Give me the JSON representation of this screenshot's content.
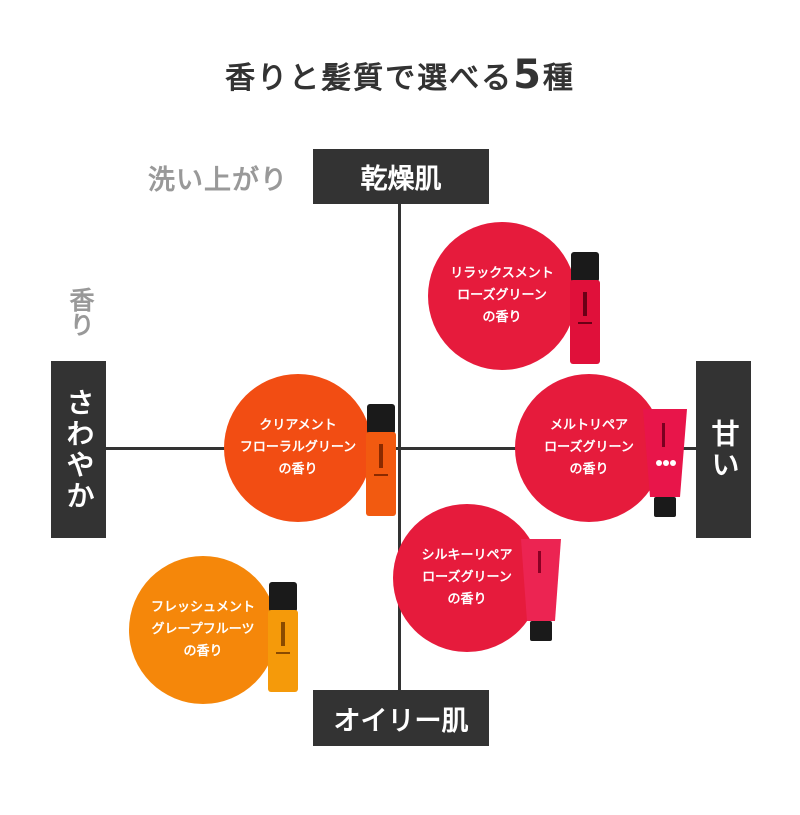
{
  "title": {
    "text": "香りと髪質で選べる",
    "number": "5",
    "suffix": "種"
  },
  "axes": {
    "top": "乾燥肌",
    "bottom": "オイリー肌",
    "left": "さわやか",
    "right": "甘い",
    "caption_finish": "洗い上がり",
    "caption_scent": "香り"
  },
  "products": [
    {
      "line1": "リラックスメント",
      "line2": "ローズグリーン",
      "line3": "の香り",
      "color": "#e61b3c"
    },
    {
      "line1": "メルトリペア",
      "line2": "ローズグリーン",
      "line3": "の香り",
      "color": "#e61b3c"
    },
    {
      "line1": "シルキーリペア",
      "line2": "ローズグリーン",
      "line3": "の香り",
      "color": "#e61b3c"
    },
    {
      "line1": "クリアメント",
      "line2": "フローラルグリーン",
      "line3": "の香り",
      "color": "#f24d13"
    },
    {
      "line1": "フレッシュメント",
      "line2": "グレープフルーツ",
      "line3": "の香り",
      "color": "#f5870a"
    }
  ],
  "colors": {
    "dark": "#333333",
    "red": "#e61b3c",
    "orange": "#f5870a",
    "red_orange": "#f24d13",
    "caption": "#999999"
  }
}
